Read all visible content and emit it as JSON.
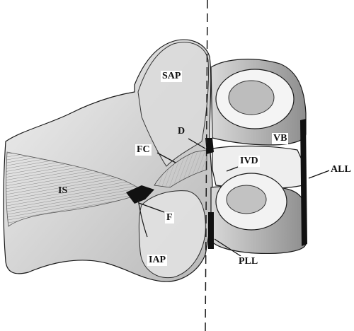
{
  "figure": {
    "labels": {
      "sap": "SAP",
      "d": "D",
      "vb": "VB",
      "fc": "FC",
      "ivd": "IVD",
      "all": "ALL",
      "is": "IS",
      "f": "F",
      "iap": "IAP",
      "pll": "PLL"
    },
    "colors": {
      "ink": "#1a1a1a",
      "bone_light": "#e6e6e6",
      "bone_mid": "#c8c8c8",
      "bone_dark": "#9a9a9a",
      "ligament": "#111111"
    }
  }
}
